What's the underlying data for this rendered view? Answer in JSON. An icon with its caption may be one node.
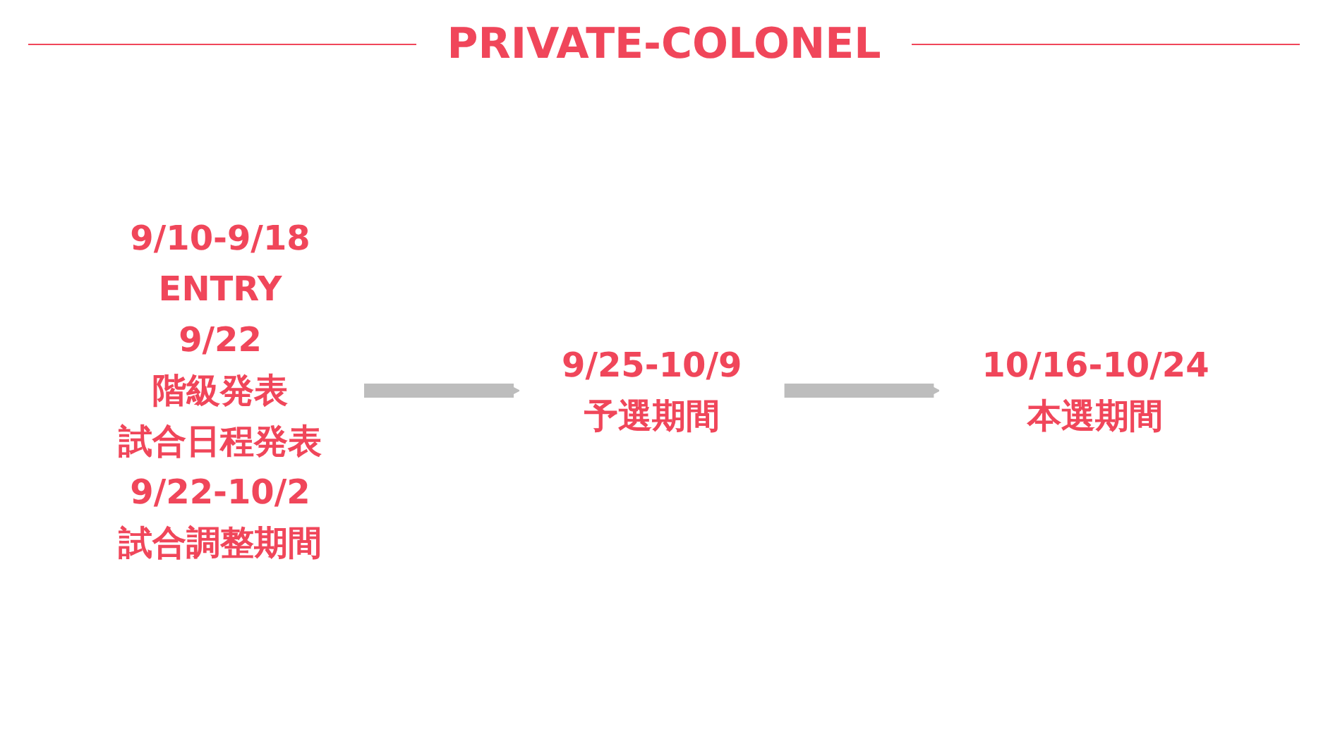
{
  "diagram": {
    "title": "PRIVATE-COLONEL",
    "nodes": [
      {
        "text": [
          "9/10-9/18",
          "ENTRY",
          "9/22",
          "階級発表",
          "試合日程発表",
          "9/22-10/2",
          "試合調整期間"
        ]
      },
      {
        "text": [
          "9/25-10/9",
          "予選期間"
        ]
      },
      {
        "text": [
          "10/16-10/24",
          "本選期間"
        ]
      }
    ],
    "edges": [
      {
        "from": 0,
        "to": 1,
        "arrow": "to"
      },
      {
        "from": 1,
        "to": 2,
        "arrow": "to"
      }
    ]
  }
}
